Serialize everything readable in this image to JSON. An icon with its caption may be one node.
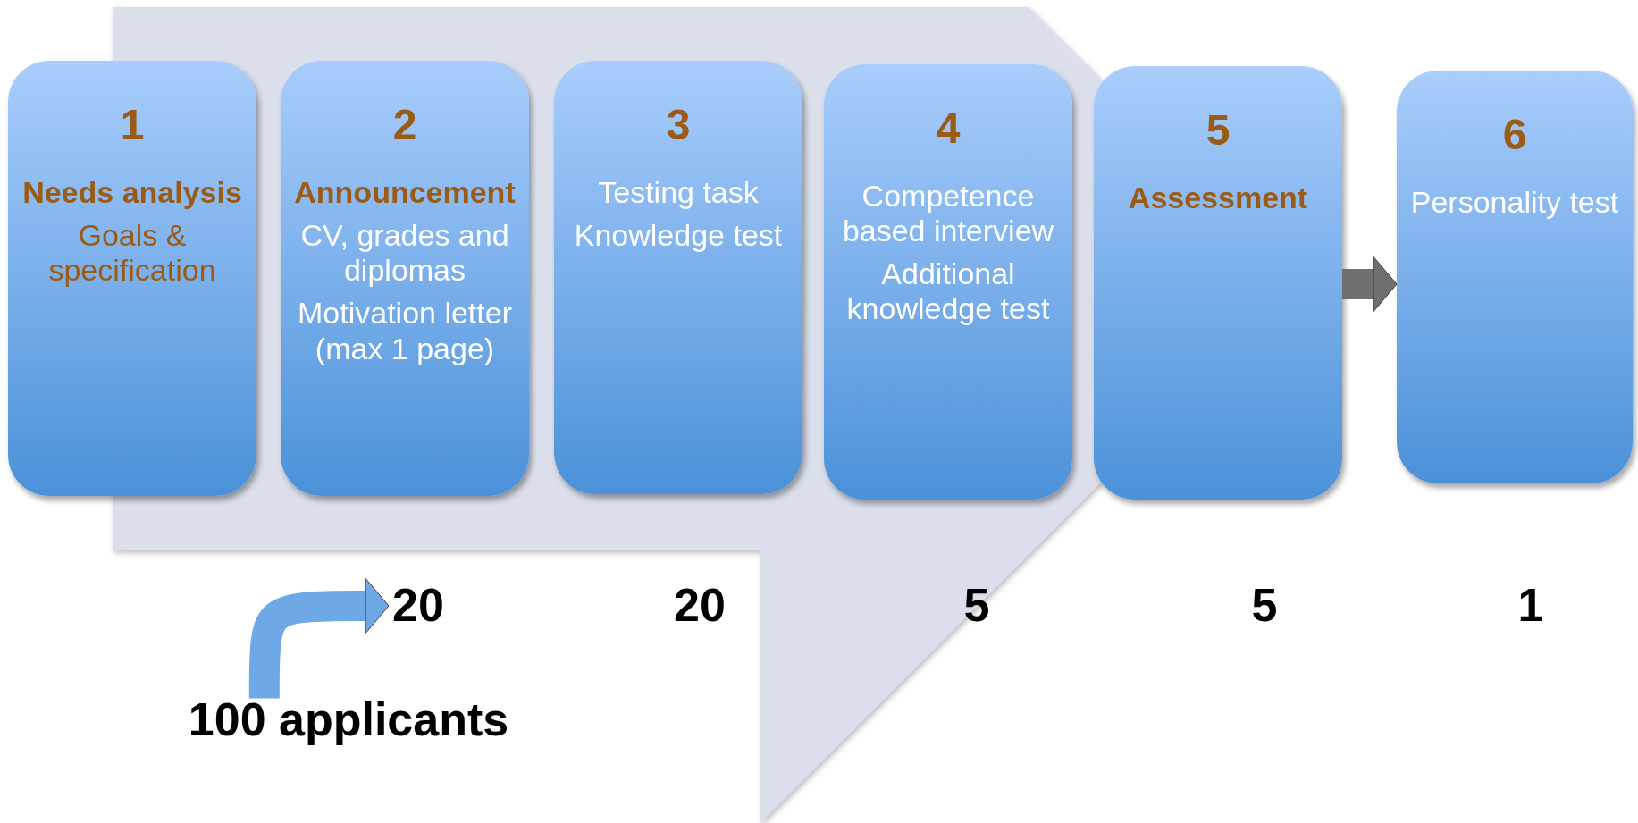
{
  "diagram": {
    "nodes": [
      {
        "text": [
          "1",
          "Needs analysis",
          "Goals & specification"
        ]
      },
      {
        "text": [
          "2",
          "Announcement",
          "CV, grades and diplomas",
          "Motivation letter (max 1 page)"
        ]
      },
      {
        "text": [
          "3",
          "Testing task",
          "Knowledge test"
        ]
      },
      {
        "text": [
          "4",
          "Competence based interview",
          "Additional knowledge test"
        ]
      },
      {
        "text": [
          "5",
          "Assessment"
        ]
      },
      {
        "text": [
          "6",
          "Personality test"
        ]
      },
      {
        "text": [
          "20"
        ]
      },
      {
        "text": [
          "20"
        ]
      },
      {
        "text": [
          "5"
        ]
      },
      {
        "text": [
          "5"
        ]
      },
      {
        "text": [
          "1"
        ]
      },
      {
        "text": [
          "100 applicants"
        ]
      }
    ],
    "edges": [
      {
        "from": 4,
        "to": 5,
        "arrow": "to",
        "color": "#6f6f6f"
      },
      {
        "from": 11,
        "to": 6,
        "arrow": "to",
        "color": "#6fa8e6"
      }
    ]
  }
}
